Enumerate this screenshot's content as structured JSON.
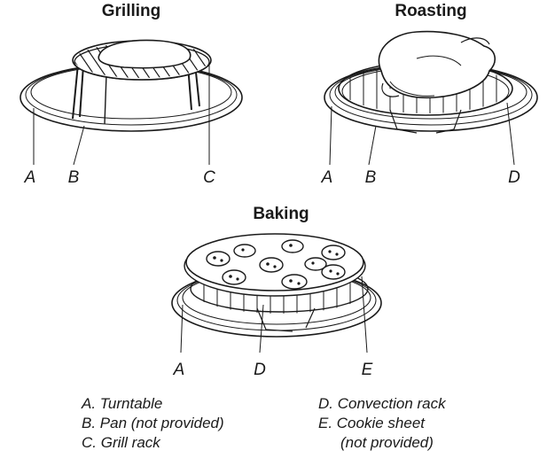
{
  "panels": {
    "grilling": {
      "title": "Grilling",
      "labels": [
        "A",
        "B",
        "C"
      ]
    },
    "roasting": {
      "title": "Roasting",
      "labels": [
        "A",
        "B",
        "D"
      ]
    },
    "baking": {
      "title": "Baking",
      "labels": [
        "A",
        "D",
        "E"
      ]
    }
  },
  "legend": {
    "left": [
      "A. Turntable",
      "B. Pan (not provided)",
      "C. Grill rack"
    ],
    "right": [
      "D. Convection rack",
      "E. Cookie sheet",
      "(not provided)"
    ]
  }
}
